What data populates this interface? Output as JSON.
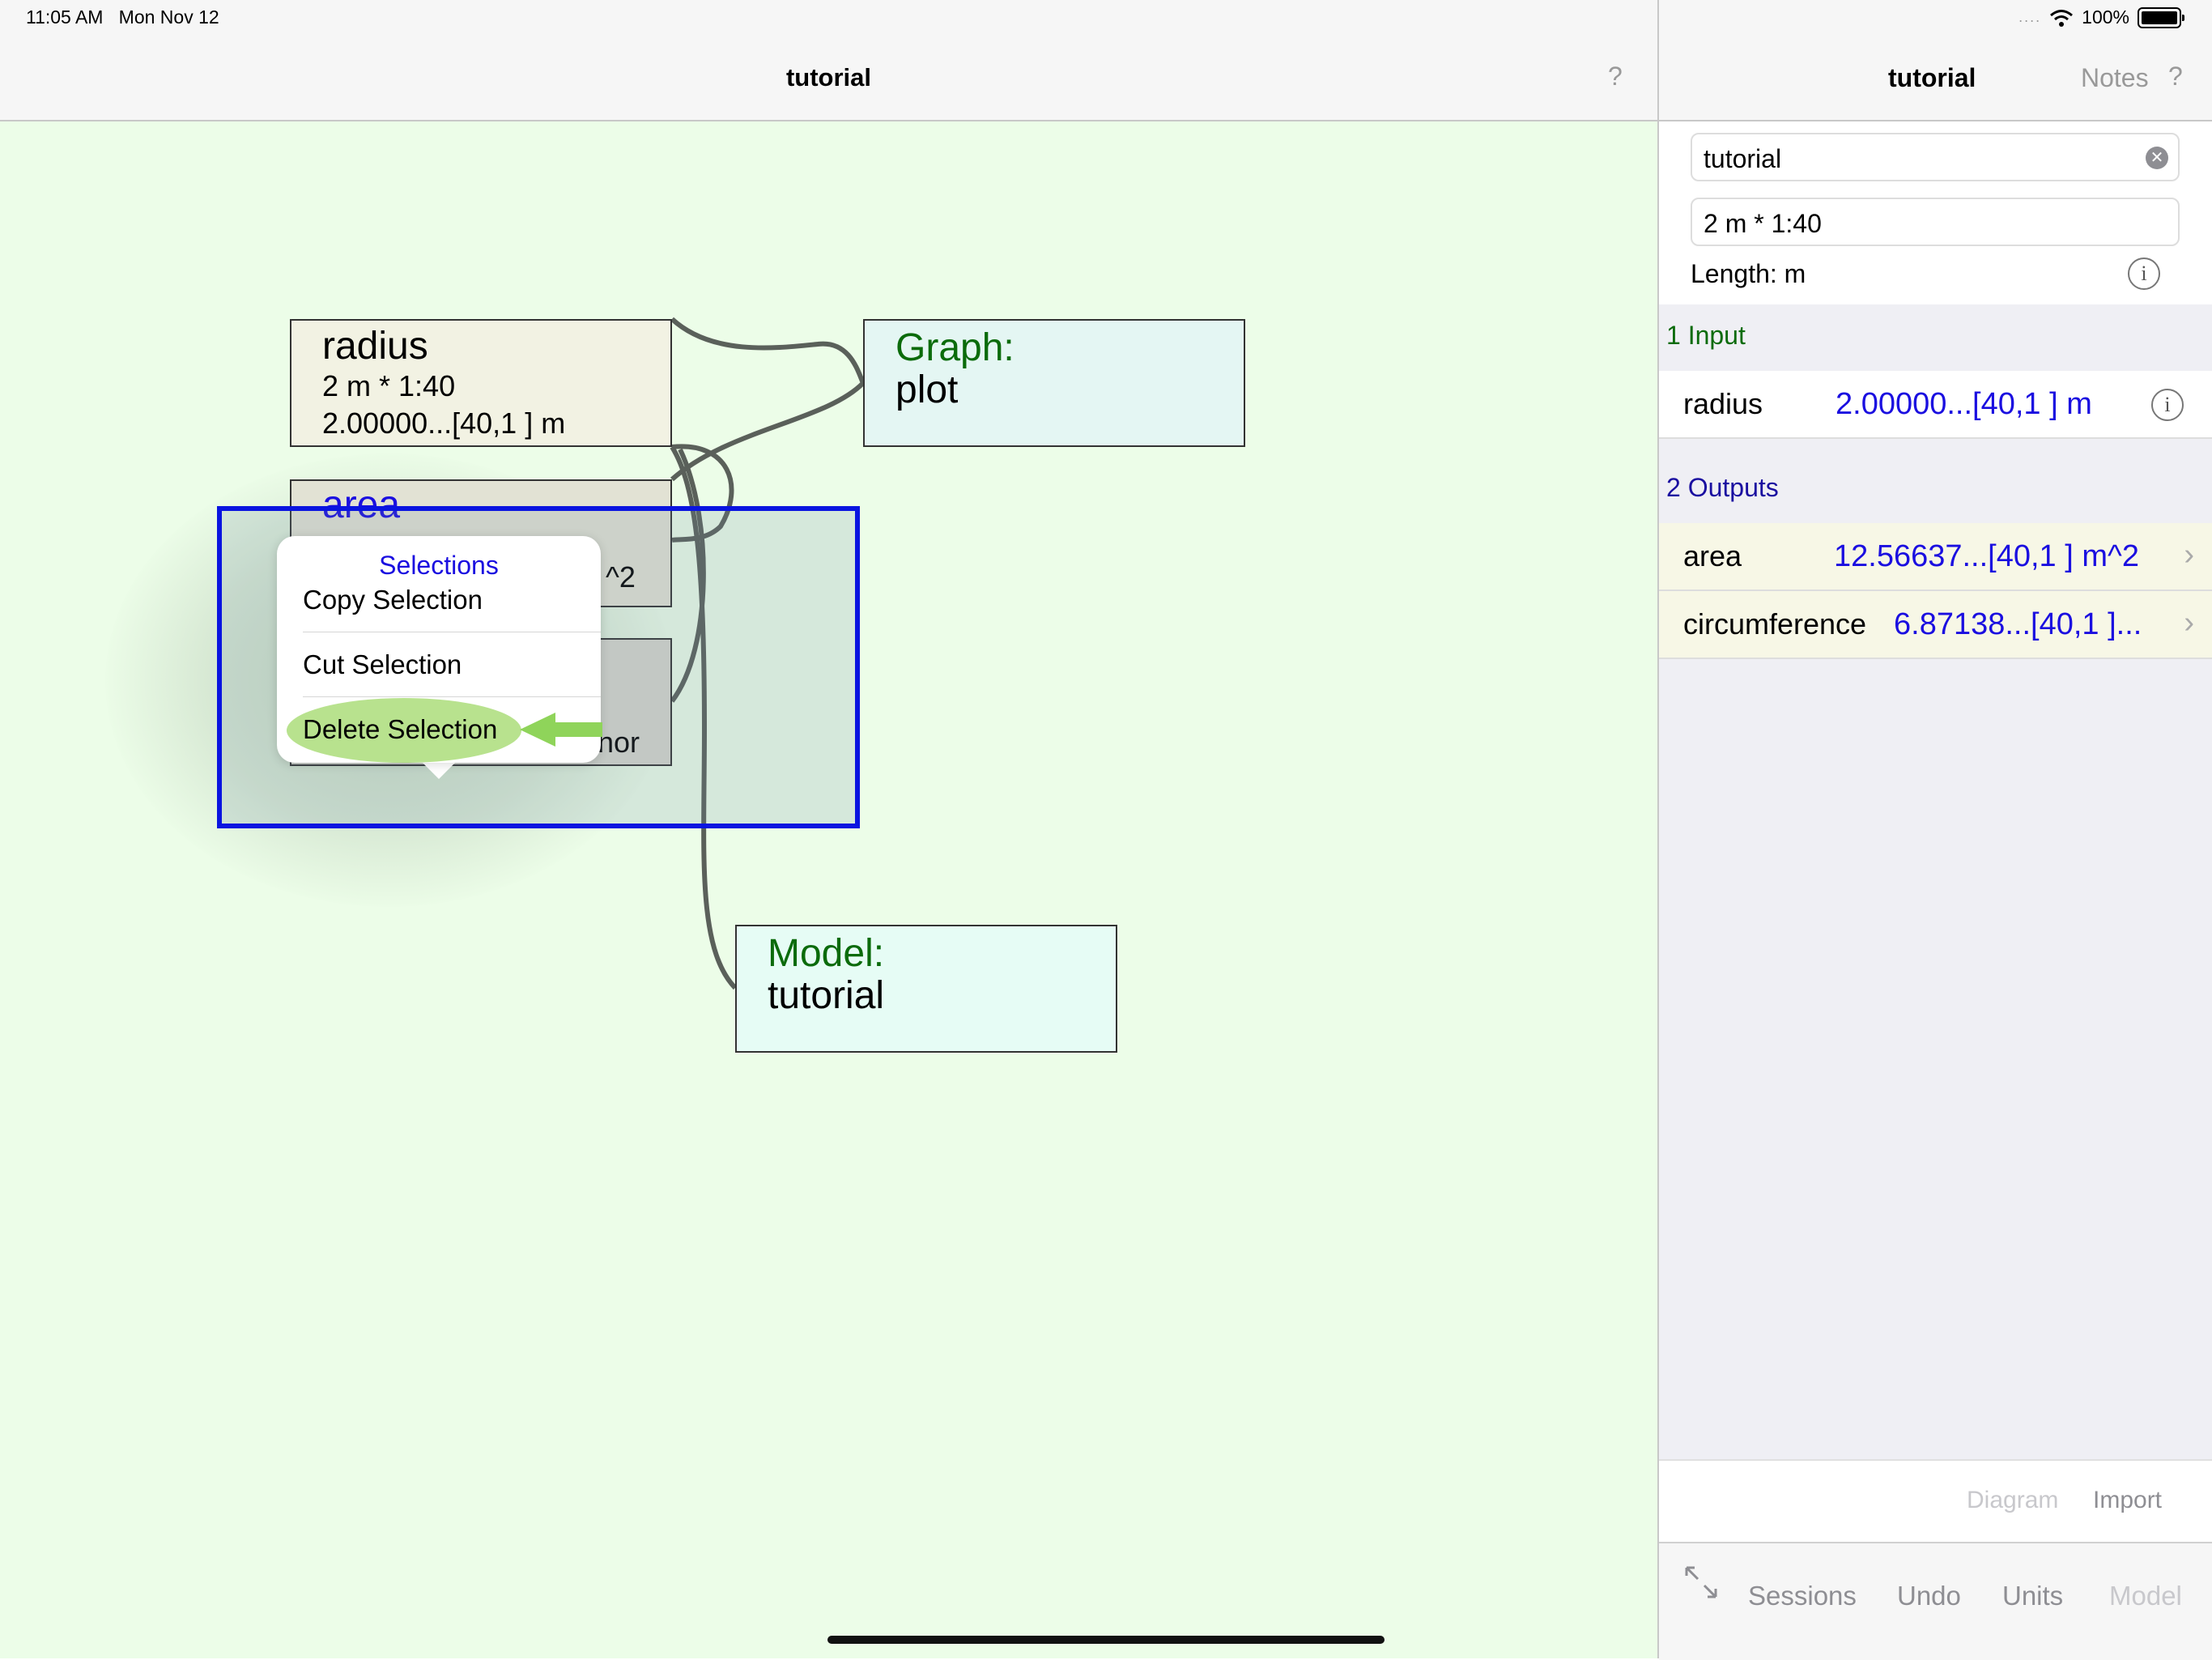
{
  "status_bar": {
    "time": "11:05 AM",
    "date": "Mon Nov 12",
    "battery": "100%"
  },
  "left": {
    "title": "tutorial",
    "help": "?",
    "nodes": {
      "radius": {
        "title": "radius",
        "line1": "2 m * 1:40",
        "line2": "2.00000...[40,1 ] m"
      },
      "area": {
        "title": "area",
        "partial_line": "^2"
      },
      "circumference": {
        "partial_line": "nor"
      },
      "graph": {
        "title": "Graph:",
        "subtitle": "plot"
      },
      "model": {
        "title": "Model:",
        "subtitle": "tutorial"
      }
    },
    "menu": {
      "title": "Selections",
      "items": [
        "Copy Selection",
        "Cut Selection",
        "Delete Selection"
      ]
    }
  },
  "right": {
    "title": "tutorial",
    "notes": "Notes",
    "help": "?",
    "name_field": "tutorial",
    "formula_field": "2 m * 1:40",
    "unit_label": "Length: m",
    "inputs_header": "1 Input",
    "inputs": [
      {
        "name": "radius",
        "value": "2.00000...[40,1 ] m"
      }
    ],
    "outputs_header": "2 Outputs",
    "outputs": [
      {
        "name": "area",
        "value": "12.56637...[40,1 ] m^2"
      },
      {
        "name": "circumference",
        "value": "6.87138...[40,1 ]..."
      }
    ],
    "toolbar_top": {
      "diagram": "Diagram",
      "import": "Import"
    },
    "toolbar_bottom": {
      "sessions": "Sessions",
      "undo": "Undo",
      "units": "Units",
      "model": "Model"
    }
  },
  "colors": {
    "canvas_bg": "#ecfde8",
    "selection_border": "#0a14e0",
    "value_blue": "#1a0ee0",
    "graph_green": "#0b6b0b",
    "highlight_green": "#b8e28e"
  },
  "icons": [
    "wifi-icon",
    "battery-icon",
    "clear-icon",
    "info-icon",
    "chevron-right-icon",
    "expand-icon",
    "left-arrow-icon"
  ]
}
